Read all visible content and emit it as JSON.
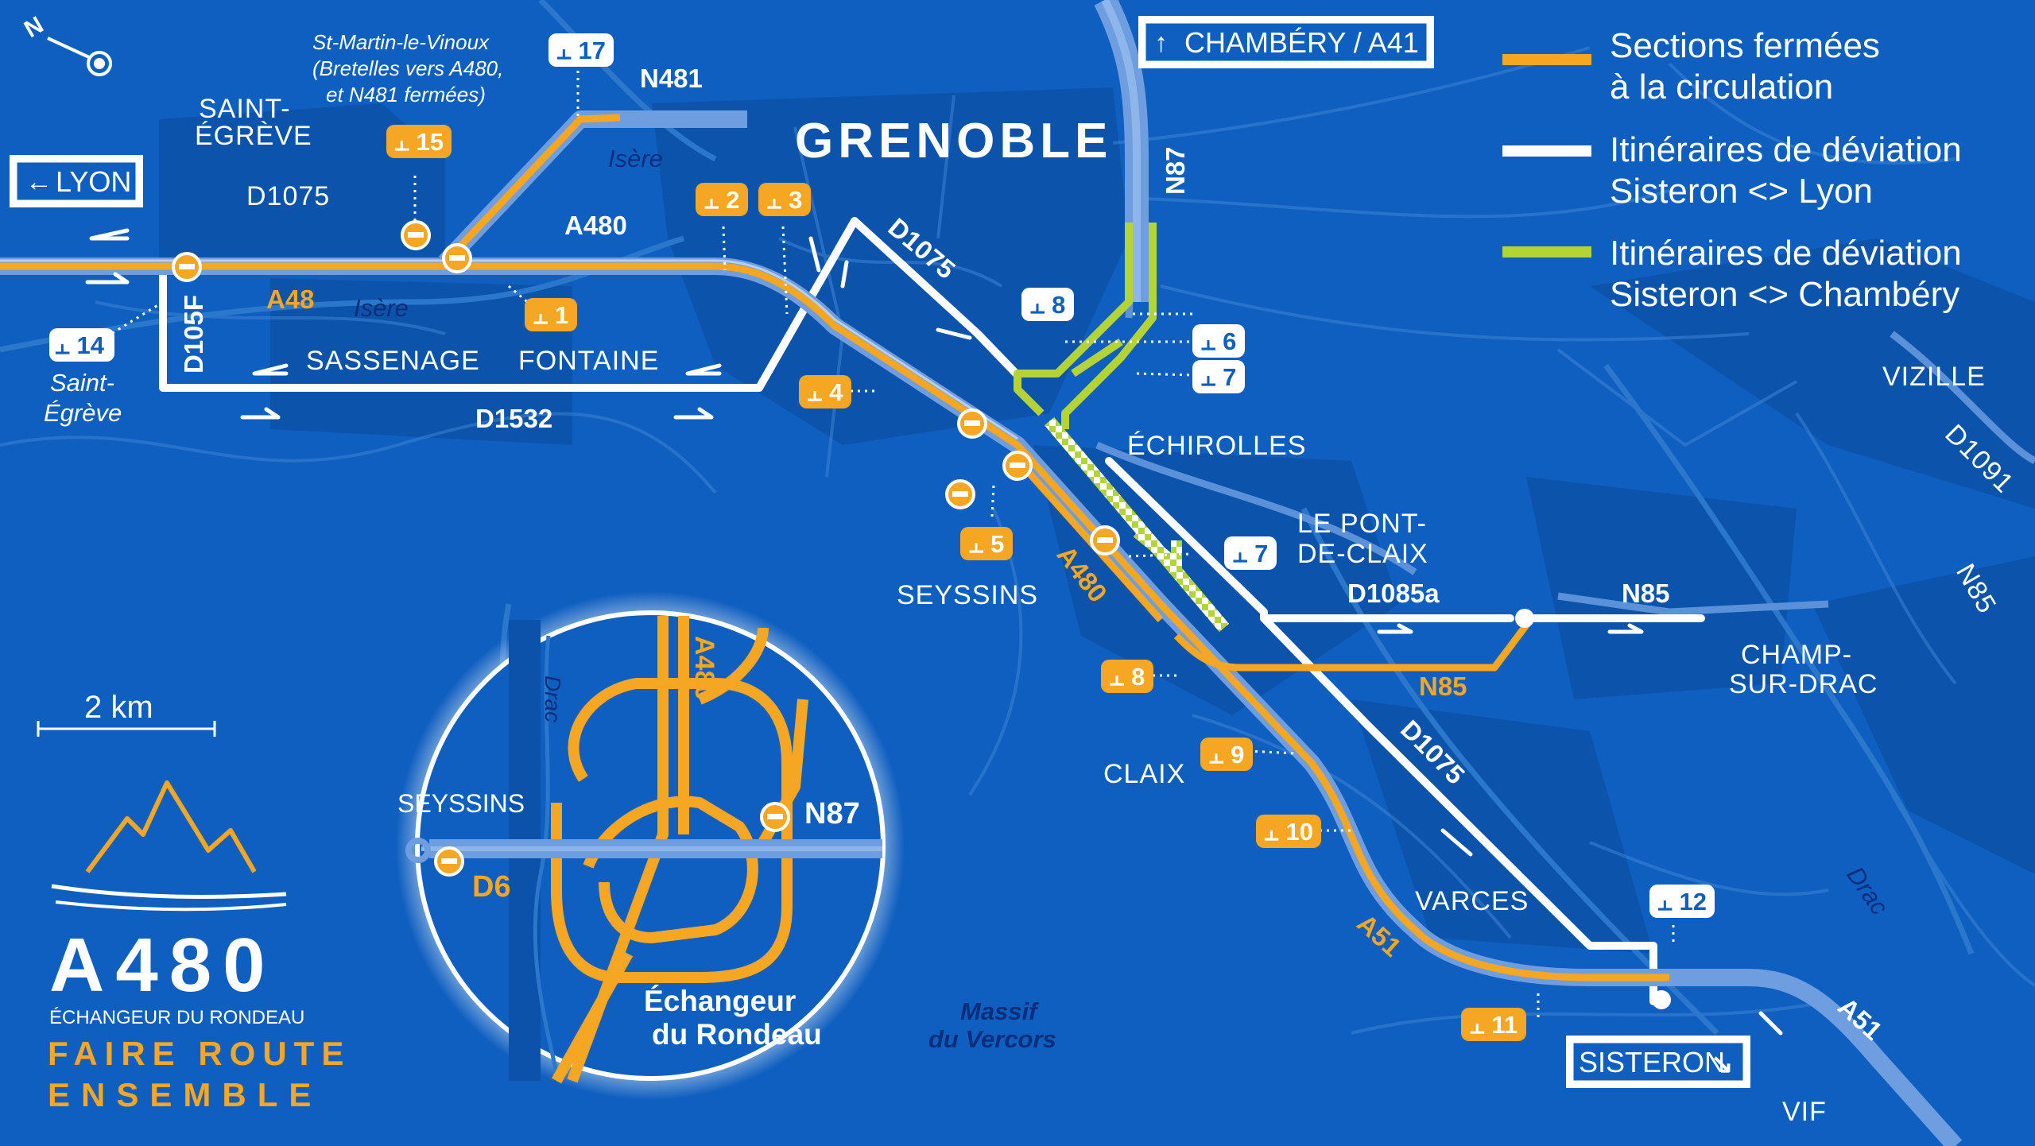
{
  "city": "GRENOBLE",
  "signs": {
    "lyon": "LYON",
    "chambery": "CHAMBÉRY / A41",
    "sisteron": "SISTERON"
  },
  "legend": {
    "closed": [
      "Sections fermées",
      "à la circulation"
    ],
    "detour_lyon": [
      "Itinéraires de déviation",
      "Sisteron <> Lyon"
    ],
    "detour_chambery": [
      "Itinéraires de déviation",
      "Sisteron <> Chambéry"
    ],
    "colors": {
      "closed": "#f5a623",
      "detour_lyon": "#ffffff",
      "detour_chambery": "#b4d335"
    }
  },
  "roads": {
    "a48": "A48",
    "a480": "A480",
    "a480_south": "A480",
    "a51": "A51",
    "a51_east": "A51",
    "n481": "N481",
    "n87": "N87",
    "n85_east": "N85",
    "n85_south": "N85",
    "n85_far": "N85",
    "d1075_west": "D1075",
    "d1075_north": "D1075",
    "d1075_south": "D1075",
    "d105f": "D105F",
    "d1532": "D1532",
    "d1085a": "D1085a",
    "d1091": "D1091"
  },
  "towns": {
    "saint_egreve": [
      "SAINT-",
      "ÉGRÈVE"
    ],
    "sassenage": "SASSENAGE",
    "fontaine": "FONTAINE",
    "echirolles": "ÉCHIROLLES",
    "pont_de_claix": [
      "LE PONT-",
      "DE-CLAIX"
    ],
    "seyssins": "SEYSSINS",
    "claix": "CLAIX",
    "varces": "VARCES",
    "champ_sur_drac": [
      "CHAMP-",
      "SUR-DRAC"
    ],
    "vizille": "VIZILLE",
    "vif": "VIF",
    "saint_egreve_italic": [
      "Saint-",
      "Égrève"
    ]
  },
  "rivers": {
    "isere_1": "Isère",
    "isere_2": "Isère",
    "drac": "Drac",
    "drac_inset": "Drac"
  },
  "massif": [
    "Massif",
    "du Vercors"
  ],
  "note_st_martin": [
    "St-Martin-le-Vinoux",
    "(Bretelles vers A480,",
    "et N481 fermées)"
  ],
  "exits": {
    "e14": "14",
    "e15": "15",
    "e17": "17",
    "e1": "1",
    "e2": "2",
    "e3": "3",
    "e4": "4",
    "e5": "5",
    "e6": "6",
    "e7a": "7",
    "e7b": "7",
    "e8a": "8",
    "e8b": "8",
    "e9": "9",
    "e10": "10",
    "e11": "11",
    "e12": "12"
  },
  "scale": "2 km",
  "inset": {
    "a480": "A480",
    "n87": "N87",
    "d6": "D6",
    "seyssins": "SEYSSINS",
    "title": [
      "Échangeur",
      "du Rondeau"
    ]
  },
  "brand": {
    "title": "A480",
    "subtitle": "ÉCHANGEUR DU RONDEAU",
    "slogan1": "FAIRE ROUTE",
    "slogan2": "ENSEMBLE",
    "accent": "#f5a623"
  },
  "compass": "N"
}
